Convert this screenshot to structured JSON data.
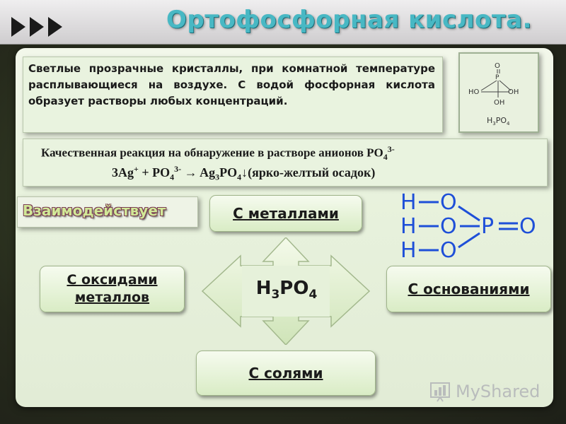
{
  "title": "Ортофосфорная кислота.",
  "description": "Светлые прозрачные кристаллы, при комнатной температуре расплывающиеся на воздухе. С водой фосфорная кислота образует растворы любых концентраций.",
  "small_structure": {
    "atom_o_top": "O",
    "atom_p": "P",
    "left_group": "HO",
    "right_group": "OH",
    "bottom_group": "OH",
    "formula_main": "H",
    "formula_sub1": "3",
    "formula_mid": "PO",
    "formula_sub2": "4"
  },
  "reaction": {
    "line1_text": "Качественная реакция на обнаружение в растворе анионов PO",
    "line1_sub": "4",
    "line1_sup": "3-",
    "line2": {
      "coef": "3Ag",
      "ag_charge": "+",
      "plus": " + PO",
      "po_sub": "4",
      "po_sup": "3-",
      "arrow": " → Ag",
      "ag_sub": "3",
      "po2": "PO",
      "po2_sub": "4",
      "down_arrow": "↓",
      "note": "(ярко-желтый осадок)"
    }
  },
  "interacts_label": "Взаимодействует",
  "pills": {
    "metals": "С металлами",
    "oxides_line1": "С оксидами",
    "oxides_line2": "металлов",
    "bases": "С основаниями",
    "salts": "С солями"
  },
  "center_formula": {
    "h": "H",
    "h_sub": "3",
    "po": "PO",
    "po_sub": "4"
  },
  "big_structure": {
    "h": "H",
    "o": "O",
    "p": "P"
  },
  "watermark": "MyShared",
  "colors": {
    "title": "#48b8c4",
    "structure_blue": "#1e4fd8",
    "panel_bg": "#e8f2dd",
    "interacts_text": "#d1e897"
  }
}
